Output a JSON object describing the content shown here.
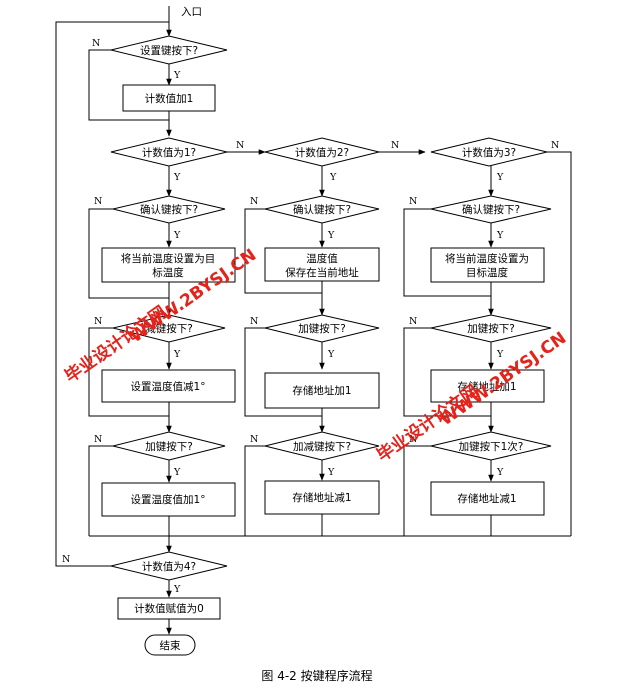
{
  "start_label": "入口",
  "yes": "Y",
  "no": "N",
  "nodes": {
    "set_pressed": "设置键按下?",
    "count_inc": "计数值加1",
    "count_is_1": "计数值为1?",
    "count_is_2": "计数值为2?",
    "count_is_3": "计数值为3?",
    "c1_confirm": "确认键按下?",
    "c1_set_target": [
      "将当前温度设置为目",
      "标温度"
    ],
    "c1_dec_pressed": "减键按下?",
    "c1_dec_temp": "设置温度值减1°",
    "c1_inc_pressed": "加键按下?",
    "c1_inc_temp": "设置温度值加1°",
    "c2_confirm": "确认键按下?",
    "c2_save": [
      "温度值",
      "保存在当前地址"
    ],
    "c2_inc_pressed": "加键按下?",
    "c2_addr_inc": "存储地址加1",
    "c2_decadd_pressed": "加减键按下?",
    "c2_addr_dec": "存储地址减1",
    "c3_confirm": "确认键按下?",
    "c3_set_target": [
      "将当前温度设置为",
      "目标温度"
    ],
    "c3_inc_pressed": "加键按下?",
    "c3_addr_inc": "存储地址加1",
    "c3_inc_once": "加键按下1次?",
    "c3_addr_dec": "存储地址减1",
    "count_is_4": "计数值为4?",
    "count_reset": "计数值赋值为0",
    "end": "结束"
  },
  "watermarks": [
    "毕业设计论文网",
    "WWW.2BYSJ.CN"
  ],
  "caption": "图 4-2 按键程序流程"
}
